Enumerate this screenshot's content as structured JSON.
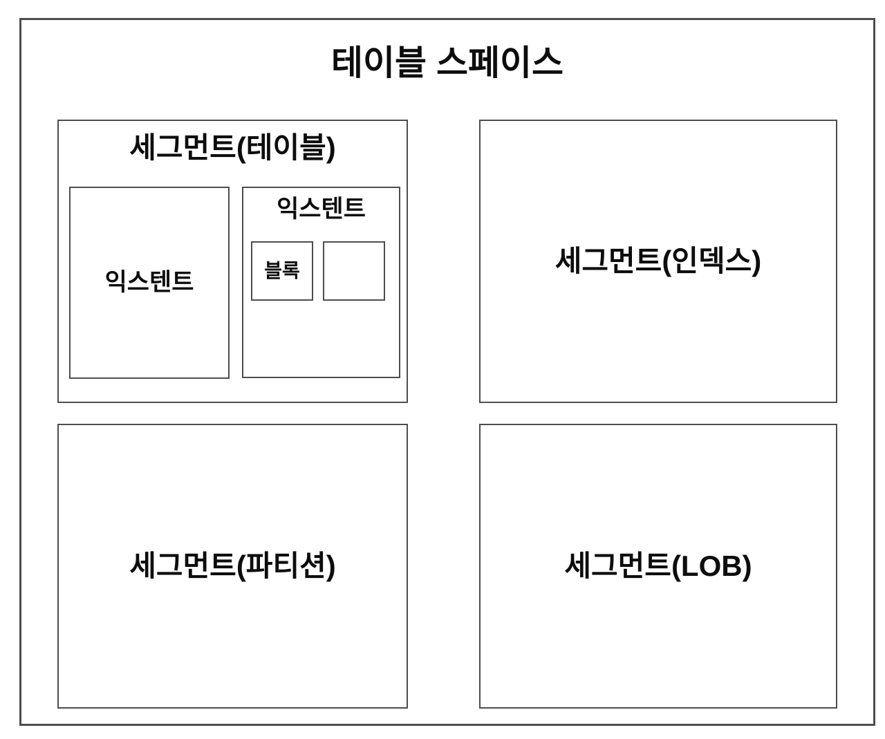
{
  "diagram": {
    "title": "테이블 스페이스",
    "tablespace": {
      "segment_table": {
        "label": "세그먼트(테이블)",
        "extent_left": {
          "label": "익스텐트"
        },
        "extent_right": {
          "label": "익스텐트",
          "block_left": {
            "label": "블록"
          },
          "block_right": {
            "label": ""
          }
        }
      },
      "segment_index": {
        "label": "세그먼트(인덱스)"
      },
      "segment_partition": {
        "label": "세그먼트(파티션)"
      },
      "segment_lob": {
        "label": "세그먼트(LOB)"
      }
    },
    "colors": {
      "border": "#4d4d4d",
      "text": "#0d0d0d",
      "background": "#ffffff"
    }
  }
}
